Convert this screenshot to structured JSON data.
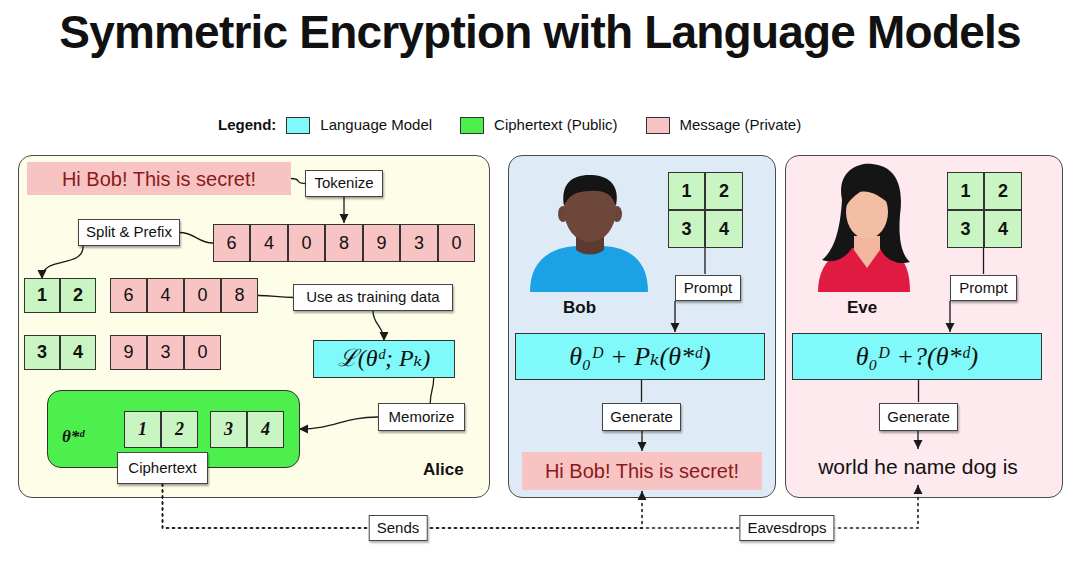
{
  "diagram": {
    "title": "Symmetric Encryption with Language Models",
    "nodes": [
      {
        "text": [
          "Alice"
        ]
      },
      {
        "text": [
          "Hi Bob! This is secret!"
        ],
        "in": 0
      },
      {
        "text": [
          "Tokenize"
        ],
        "in": 0
      },
      {
        "text": [
          "6"
        ],
        "in": 0
      },
      {
        "text": [
          "4"
        ],
        "in": 0
      },
      {
        "text": [
          "0"
        ],
        "in": 0
      },
      {
        "text": [
          "8"
        ],
        "in": 0
      },
      {
        "text": [
          "9"
        ],
        "in": 0
      },
      {
        "text": [
          "3"
        ],
        "in": 0
      },
      {
        "text": [
          "0"
        ],
        "in": 0
      },
      {
        "text": [
          "Split & Prefix"
        ],
        "in": 0
      },
      {
        "text": [
          "1"
        ],
        "in": 0
      },
      {
        "text": [
          "2"
        ],
        "in": 0
      },
      {
        "text": [
          "6"
        ],
        "in": 0
      },
      {
        "text": [
          "4"
        ],
        "in": 0
      },
      {
        "text": [
          "0"
        ],
        "in": 0
      },
      {
        "text": [
          "8"
        ],
        "in": 0
      },
      {
        "text": [
          "Use as training data"
        ],
        "in": 0
      },
      {
        "text": [
          "3"
        ],
        "in": 0
      },
      {
        "text": [
          "4"
        ],
        "in": 0
      },
      {
        "text": [
          "9"
        ],
        "in": 0
      },
      {
        "text": [
          "3"
        ],
        "in": 0
      },
      {
        "text": [
          "0"
        ],
        "in": 0
      },
      {
        "text": [
          "ℒ(θᵈ; Pₖ)"
        ],
        "in": 0
      },
      {
        "text": [
          "Memorize"
        ],
        "in": 0
      },
      {
        "text": [
          "θ*ᵈ"
        ],
        "in": 0
      },
      {
        "text": [
          "1"
        ],
        "in": 25
      },
      {
        "text": [
          "2"
        ],
        "in": 25
      },
      {
        "text": [
          "3"
        ],
        "in": 25
      },
      {
        "text": [
          "4"
        ],
        "in": 25
      },
      {
        "text": [
          "Ciphertext"
        ],
        "in": 0
      },
      {
        "text": [
          "Bob"
        ]
      },
      {
        "text": [
          "1"
        ],
        "in": 31
      },
      {
        "text": [
          "2"
        ],
        "in": 31
      },
      {
        "text": [
          "3"
        ],
        "in": 31
      },
      {
        "text": [
          "4"
        ],
        "in": 31
      },
      {
        "text": [
          "Prompt"
        ],
        "in": 31
      },
      {
        "text": [
          "θ₀ᴰ + Pₖ(θ*ᵈ)"
        ],
        "in": 31
      },
      {
        "text": [
          "Generate"
        ],
        "in": 31
      },
      {
        "text": [
          "Hi Bob! This is secret!"
        ],
        "in": 31
      },
      {
        "text": [
          "Eve"
        ]
      },
      {
        "text": [
          "1"
        ],
        "in": 40
      },
      {
        "text": [
          "2"
        ],
        "in": 40
      },
      {
        "text": [
          "3"
        ],
        "in": 40
      },
      {
        "text": [
          "4"
        ],
        "in": 40
      },
      {
        "text": [
          "Prompt"
        ],
        "in": 40
      },
      {
        "text": [
          "θ₀ᴰ +?(θ*ᵈ)"
        ],
        "in": 40
      },
      {
        "text": [
          "Generate"
        ],
        "in": 40
      },
      {
        "text": [
          "world he name dog is"
        ],
        "in": 40
      }
    ],
    "edges": [
      {
        "from": 1,
        "to": 2,
        "arrow": "none"
      },
      {
        "from": 2,
        "to": 6,
        "arrow": "to"
      },
      {
        "from": 3,
        "to": 10,
        "arrow": "none"
      },
      {
        "from": 10,
        "to": 11,
        "arrow": "to"
      },
      {
        "from": 16,
        "to": 17,
        "arrow": "none"
      },
      {
        "from": 17,
        "to": 23,
        "arrow": "to"
      },
      {
        "from": 23,
        "to": 24,
        "arrow": "none"
      },
      {
        "from": 24,
        "to": 25,
        "arrow": "to"
      },
      {
        "from": 34,
        "to": 36,
        "arrow": "none"
      },
      {
        "from": 36,
        "to": 37,
        "arrow": "to"
      },
      {
        "from": 37,
        "to": 38,
        "arrow": "none"
      },
      {
        "from": 38,
        "to": 39,
        "arrow": "to"
      },
      {
        "from": 43,
        "to": 45,
        "arrow": "none"
      },
      {
        "from": 45,
        "to": 46,
        "arrow": "to"
      },
      {
        "from": 46,
        "to": 47,
        "arrow": "none"
      },
      {
        "from": 47,
        "to": 48,
        "arrow": "to"
      },
      {
        "from": 30,
        "to": 39,
        "label": "Sends",
        "arrow": "to"
      },
      {
        "from": 30,
        "to": 48,
        "label": "Eavesdrops",
        "arrow": "to"
      }
    ],
    "labels": [
      "Legend:"
    ],
    "legend": [
      {
        "text": "Language Model",
        "color": "#7ff9f9"
      },
      {
        "text": "Ciphertext (Public)",
        "color": "#4def4d"
      },
      {
        "text": "Message (Private)",
        "color": "#f8c3c3"
      }
    ]
  }
}
